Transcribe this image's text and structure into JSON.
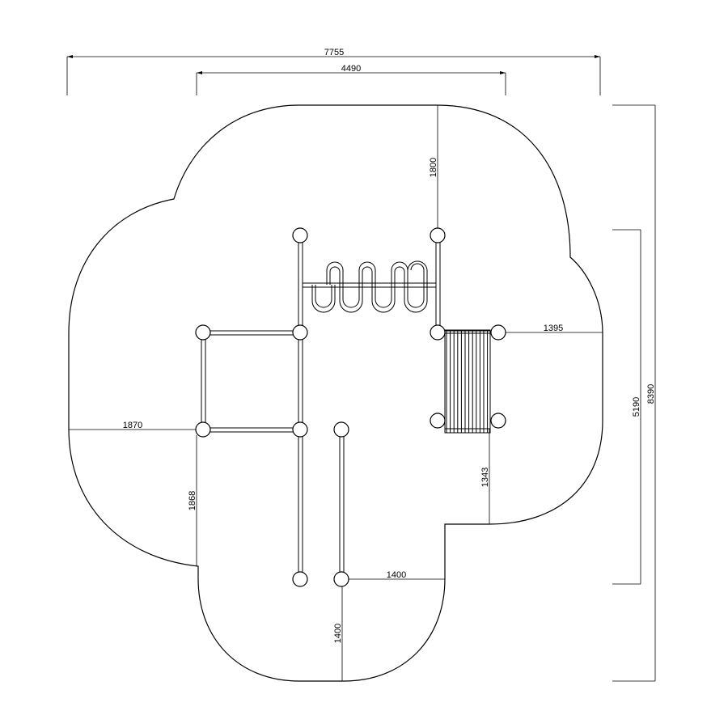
{
  "dimensions": {
    "overall_width": "7755",
    "inner_width": "4490",
    "top_to_post": "1800",
    "right_offset": "1395",
    "left_offset": "1870",
    "right_height": "5190",
    "overall_height": "8390",
    "left_lower": "1868",
    "step_height": "1343",
    "bottom_horizontal": "1400",
    "bottom_vertical": "1400"
  }
}
